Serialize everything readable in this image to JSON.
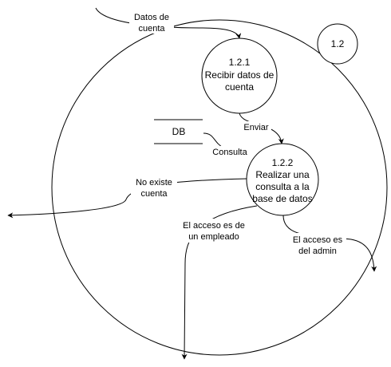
{
  "diagram": {
    "outer_process": {
      "id": "1.2"
    },
    "processes": [
      {
        "id": "1.2.1",
        "lines": [
          "Recibir datos de",
          "cuenta"
        ]
      },
      {
        "id": "1.2.2",
        "lines": [
          "Realizar una",
          "consulta a la",
          "base de datos"
        ]
      }
    ],
    "datastore": {
      "name": "DB"
    },
    "flows": {
      "incoming": [
        "Datos de",
        "cuenta"
      ],
      "enviar": "Enviar",
      "consulta": "Consulta",
      "no_existe": [
        "No existe",
        "cuenta"
      ],
      "empleado": [
        "El acceso es de",
        "un empleado"
      ],
      "admin": [
        "El acceso es",
        "del admin"
      ]
    }
  }
}
